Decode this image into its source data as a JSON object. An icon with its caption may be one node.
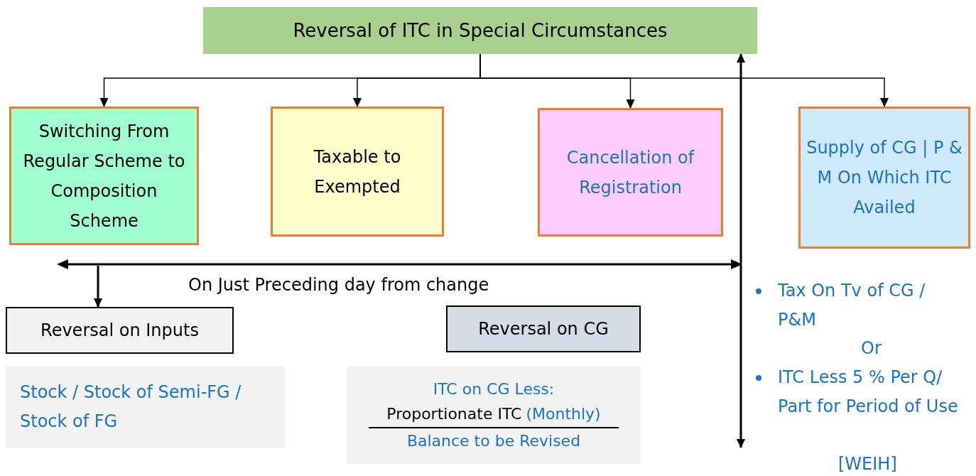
{
  "diagram": {
    "nodes": [
      {
        "text": [
          "Reversal of ITC in Special Circumstances"
        ]
      },
      {
        "text": [
          "Switching From Regular Scheme to Composition Scheme"
        ]
      },
      {
        "text": [
          "Taxable to Exempted"
        ]
      },
      {
        "text": [
          "Cancellation of Registration"
        ]
      },
      {
        "text": [
          "Supply of CG | P & M On Which ITC Availed"
        ]
      },
      {
        "text": [
          "Reversal on Inputs"
        ]
      },
      {
        "text": [
          "Reversal on CG"
        ]
      },
      {
        "text": [
          "Stock / Stock of Semi-FG / Stock of FG"
        ]
      },
      {
        "text": [
          "ITC on CG Less:",
          "Proportionate ITC",
          "(Monthly)",
          "Balance to be Revised"
        ]
      }
    ],
    "edges": [
      {
        "from": 0,
        "to": 1,
        "arrow": "to"
      },
      {
        "from": 0,
        "to": 2,
        "arrow": "to"
      },
      {
        "from": 0,
        "to": 3,
        "arrow": "to"
      },
      {
        "from": 0,
        "to": 4,
        "arrow": "to"
      },
      {
        "from": null,
        "to": 0,
        "arrow": "both"
      },
      {
        "from": null,
        "to": 5,
        "arrow": "to"
      }
    ],
    "labels": [
      "On Just Preceding day from change",
      "Tax On Tv of CG / P&M",
      "Or",
      "ITC Less 5 % Per Q/ Part for Period of Use",
      "[WEIH]"
    ]
  }
}
